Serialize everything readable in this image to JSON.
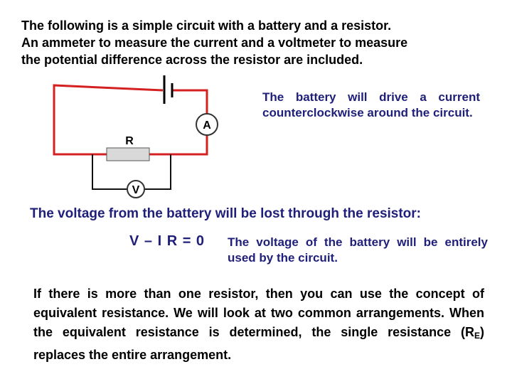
{
  "intro": {
    "line1": "The following is a simple circuit with a battery and a resistor.",
    "line2": "An ammeter to measure the current and a voltmeter to measure",
    "line3": "the potential difference across the resistor are included."
  },
  "circuit": {
    "ammeter_label": "A",
    "resistor_label": "R",
    "voltmeter_label": "V",
    "colors": {
      "circuit_wire": "#d42020",
      "voltmeter_wire": "#111111",
      "resistor_fill": "#d9d9d9",
      "meter_stroke": "#333333"
    }
  },
  "battery_note": "The battery will drive a current counterclockwise around the circuit.",
  "voltage_lost": "The voltage from the battery will be lost through the resistor:",
  "equation": {
    "text": "V – I R  = 0",
    "note": "The voltage of the battery will be entirely used by the circuit."
  },
  "equivalent": {
    "text_before": "If there is more than one resistor, then you can use the concept of equivalent resistance.  We will look at two common arrangements.  When the equivalent resistance is determined, the single resistance (R",
    "subscript": "E",
    "text_after": ") replaces the entire arrangement."
  }
}
